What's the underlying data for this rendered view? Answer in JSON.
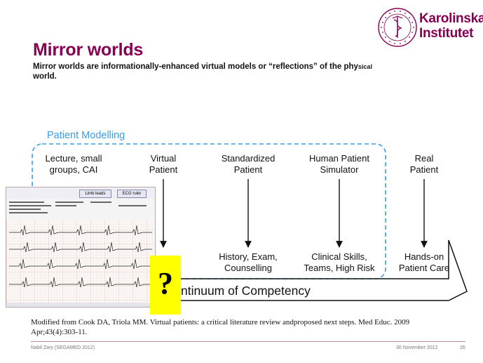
{
  "logo": {
    "org_line1": "Karolinska",
    "org_line2": "Institutet",
    "seal_text": "KAROLINSKA INSTITUTET · ANNO 1810",
    "brand_color": "#870052"
  },
  "slide": {
    "title": "Mirror worlds",
    "subtitle_main": "Mirror worlds are informationally-enhanced virtual models or “reflections” of the phy",
    "subtitle_small": "sical",
    "subtitle_line2": "world."
  },
  "diagram": {
    "group_label": "Patient Modelling",
    "group_color": "#3d9be0",
    "stages": [
      {
        "line1": "Lecture, small",
        "line2": "groups, CAI"
      },
      {
        "line1": "Virtual",
        "line2": "Patient"
      },
      {
        "line1": "Standardized",
        "line2": "Patient"
      },
      {
        "line1": "Human Patient",
        "line2": "Simulator"
      },
      {
        "line1": "Real",
        "line2": "Patient"
      }
    ],
    "outcomes": [
      {
        "line1": "History, Exam,",
        "line2": "Counselling"
      },
      {
        "line1": "Clinical Skills,",
        "line2": "Teams, High Risk"
      },
      {
        "line1": "Hands-on",
        "line2": "Patient Care"
      }
    ],
    "continuum_label": "ntinuum of Competency",
    "question_mark": "?",
    "question_color": "#ffff00"
  },
  "ecg": {
    "button_limb": "Limb leads",
    "button_ruler": "ECG ruler"
  },
  "reference": "Modified from Cook DA, Triola MM. Virtual patients: a critical literature review andproposed next steps. Med Educ. 2009 Apr;43(4):303-11.",
  "footer": {
    "author": "Nabil Zary (SEGAMED 2012)",
    "date": "30 November 2012",
    "page": "26"
  }
}
